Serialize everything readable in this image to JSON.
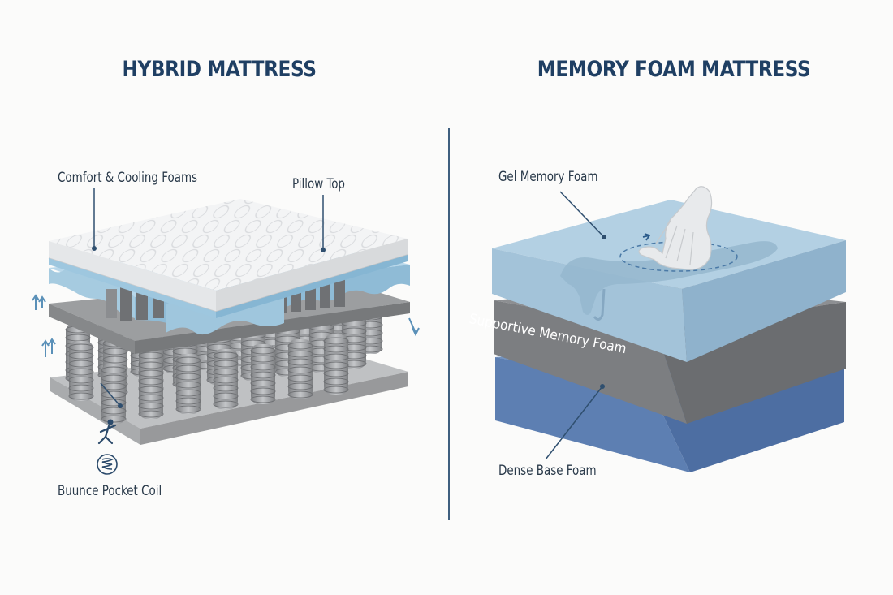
{
  "colors": {
    "title": "#1f3f63",
    "divider": "#3f5f7f",
    "label_text": "#2a3a4a",
    "leader_line": "#2f4f6f",
    "pillow_top": "#f0f1f2",
    "cooling_foam": "#a9cde2",
    "coil_gray": "#9a9c9f",
    "base_gray": "#b3b5b8",
    "gel_foam": "#a6c6dc",
    "support_foam": "#7b7d80",
    "base_foam": "#5d7fb2"
  },
  "hybrid": {
    "title": "HYBRID MATTRESS",
    "labels": {
      "comfort_cooling": "Comfort & Cooling Foams",
      "pillow_top": "Pillow Top",
      "bounce_coil": "Buunce Pocket Coil"
    },
    "icons": [
      "airflow-arrow-icon",
      "jumping-person-icon",
      "coil-spring-icon"
    ]
  },
  "memory_foam": {
    "title": "MEMORY FOAM MATTRESS",
    "labels": {
      "gel_memory": "Gel Memory Foam",
      "supportive": "Supportive Memory Foam",
      "dense_base": "Dense Base Foam"
    },
    "icons": [
      "hand-press-icon"
    ]
  }
}
